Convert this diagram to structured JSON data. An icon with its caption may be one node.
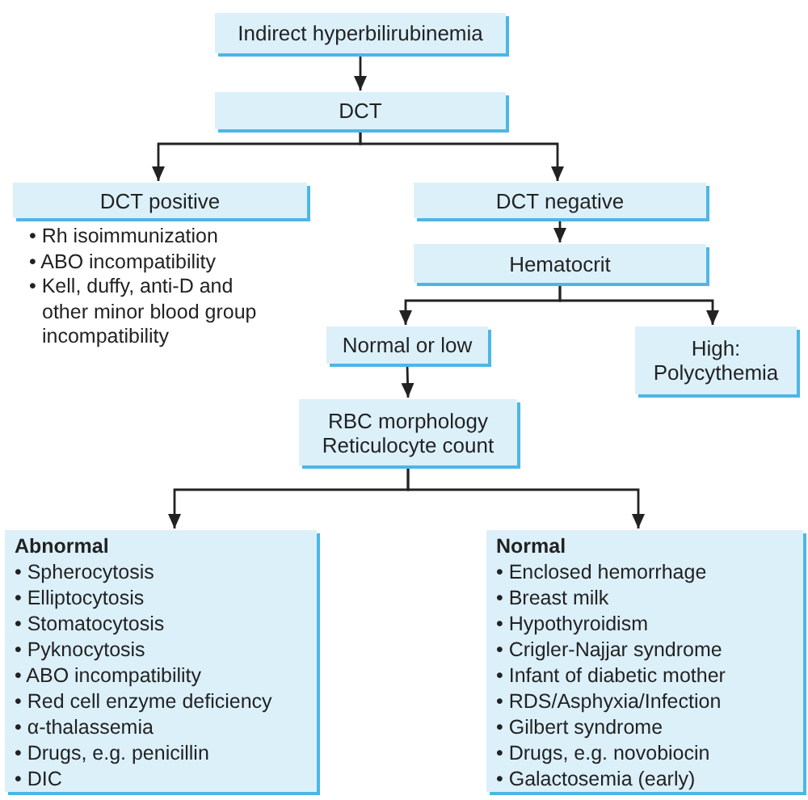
{
  "diagram": {
    "nodes": [
      {
        "text": [
          "Indirect hyperbilirubinemia"
        ]
      },
      {
        "text": [
          "DCT"
        ]
      },
      {
        "text": [
          "DCT positive"
        ],
        "beside": [
          "• Rh isoimmunization",
          "• ABO incompatibility",
          "• Kell, duffy, anti-D and other minor blood group incompatibility"
        ]
      },
      {
        "text": [
          "DCT negative"
        ]
      },
      {
        "text": [
          "Hematocrit"
        ]
      },
      {
        "text": [
          "Normal or low"
        ]
      },
      {
        "text": [
          "High: Polycythemia"
        ]
      },
      {
        "text": [
          "RBC morphology",
          "Reticulocyte count"
        ]
      },
      {
        "text": [
          "Abnormal",
          "• Spherocytosis",
          "• Elliptocytosis",
          "• Stomatocytosis",
          "• Pyknocytosis",
          "• ABO incompatibility",
          "• Red cell enzyme deficiency",
          "• α-thalassemia",
          "• Drugs, e.g. penicillin",
          "• DIC"
        ]
      },
      {
        "text": [
          "Normal",
          "• Enclosed hemorrhage",
          "• Breast milk",
          "• Hypothyroidism",
          "• Crigler-Najjar syndrome",
          "• Infant of diabetic mother",
          "• RDS/Asphyxia/Infection",
          "• Gilbert syndrome",
          "• Drugs, e.g. novobiocin",
          "• Galactosemia (early)"
        ]
      }
    ],
    "edges": [
      {
        "from": 0,
        "to": 1,
        "arrow": "to"
      },
      {
        "from": 1,
        "to": 2,
        "arrow": "to"
      },
      {
        "from": 1,
        "to": 3,
        "arrow": "to"
      },
      {
        "from": 3,
        "to": 4,
        "arrow": "to"
      },
      {
        "from": 4,
        "to": 5,
        "arrow": "to"
      },
      {
        "from": 4,
        "to": 6,
        "arrow": "to"
      },
      {
        "from": 5,
        "to": 7,
        "arrow": "to"
      },
      {
        "from": 7,
        "to": 8,
        "arrow": "to"
      },
      {
        "from": 7,
        "to": 9,
        "arrow": "to"
      }
    ]
  }
}
